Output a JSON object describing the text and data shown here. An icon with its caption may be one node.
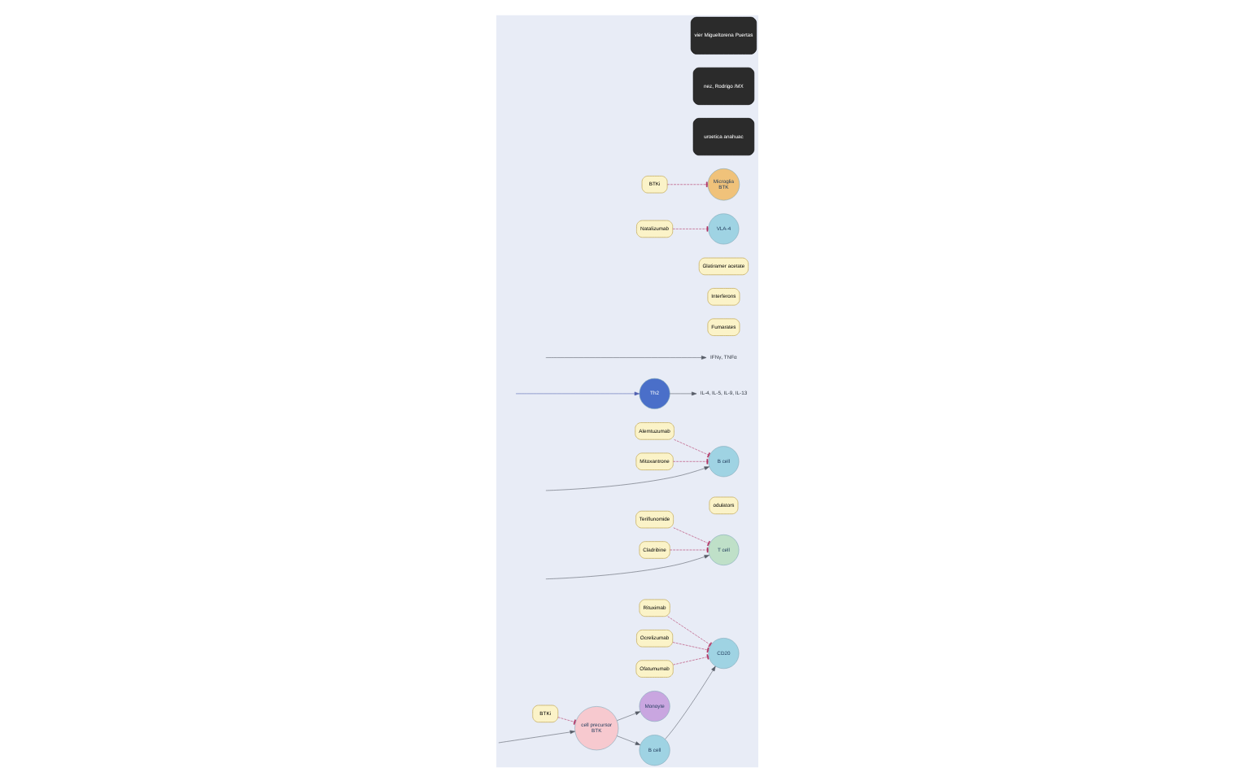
{
  "diagram": {
    "nodes": [
      {
        "text": [
          "cell precursor",
          "BTK"
        ]
      },
      {
        "text": [
          "Monoyte"
        ]
      },
      {
        "text": [
          "BTKi"
        ]
      },
      {
        "text": [
          "B cell"
        ]
      },
      {
        "text": [
          "CD20"
        ]
      },
      {
        "text": [
          "Rituximab"
        ]
      },
      {
        "text": [
          "Ocrelizumab"
        ]
      },
      {
        "text": [
          "Ofatumumab"
        ]
      },
      {
        "text": [
          "T cell"
        ]
      },
      {
        "text": [
          "odulators"
        ]
      },
      {
        "text": [
          "B cell"
        ]
      },
      {
        "text": [
          "Teriflunomide"
        ]
      },
      {
        "text": [
          "Cladribine"
        ]
      },
      {
        "text": [
          "Alemtuzumab"
        ]
      },
      {
        "text": [
          "Mitoxantrone"
        ]
      },
      {
        "text": [
          "Th2"
        ]
      },
      {
        "text": [
          "IFNγ, TNFα"
        ]
      },
      {
        "text": [
          "IL-4, IL-5, IL-9, IL-13"
        ]
      },
      {
        "text": [
          "Fumarates"
        ]
      },
      {
        "text": [
          "Interferons"
        ]
      },
      {
        "text": [
          "Glatiramer acetate"
        ]
      },
      {
        "text": [
          "Natalizumab"
        ]
      },
      {
        "text": [
          "VLA-4"
        ]
      },
      {
        "text": [
          "Microglia",
          "BTK"
        ]
      },
      {
        "text": [
          "BTKi"
        ]
      },
      {
        "text": [
          "uroetica anahuac"
        ]
      },
      {
        "text": [
          "nez, Rodrigo /MX"
        ]
      },
      {
        "text": [
          "vier Migueltorena Puertas"
        ]
      }
    ],
    "edges": [
      {
        "from": null,
        "to": 0,
        "arrow": "to",
        "color": "#555b66"
      },
      {
        "from": 0,
        "to": 1,
        "arrow": "to",
        "color": "#555b66"
      },
      {
        "from": 0,
        "to": 3,
        "arrow": "to",
        "color": "#555b66"
      },
      {
        "from": 2,
        "to": 0,
        "arrow": "other",
        "style": "dashed",
        "color": "#b03060"
      },
      {
        "from": 3,
        "to": 4,
        "arrow": "to",
        "color": "#555b66"
      },
      {
        "from": 5,
        "to": 4,
        "arrow": "other",
        "style": "dashed",
        "color": "#b03060"
      },
      {
        "from": 6,
        "to": 4,
        "arrow": "other",
        "style": "dashed",
        "color": "#b03060"
      },
      {
        "from": 7,
        "to": 4,
        "arrow": "other",
        "style": "dashed",
        "color": "#b03060"
      },
      {
        "from": null,
        "to": 8,
        "arrow": "to",
        "color": "#555b66"
      },
      {
        "from": null,
        "to": 10,
        "arrow": "to",
        "color": "#555b66"
      },
      {
        "from": 11,
        "to": 8,
        "arrow": "other",
        "style": "dashed",
        "color": "#b03060"
      },
      {
        "from": 12,
        "to": 8,
        "arrow": "other",
        "style": "dashed",
        "color": "#b03060"
      },
      {
        "from": 13,
        "to": 10,
        "arrow": "other",
        "style": "dashed",
        "color": "#b03060"
      },
      {
        "from": 14,
        "to": 10,
        "arrow": "other",
        "style": "dashed",
        "color": "#b03060"
      },
      {
        "from": null,
        "to": 15,
        "arrow": "to",
        "color": "#5060b0"
      },
      {
        "from": null,
        "to": 16,
        "arrow": "to",
        "color": "#555b66"
      },
      {
        "from": 15,
        "to": 17,
        "arrow": "to",
        "color": "#555b66"
      },
      {
        "from": 21,
        "to": 22,
        "arrow": "other",
        "style": "dashed",
        "color": "#b03060"
      },
      {
        "from": 24,
        "to": 23,
        "arrow": "other",
        "style": "dashed",
        "color": "#b03060"
      }
    ]
  }
}
